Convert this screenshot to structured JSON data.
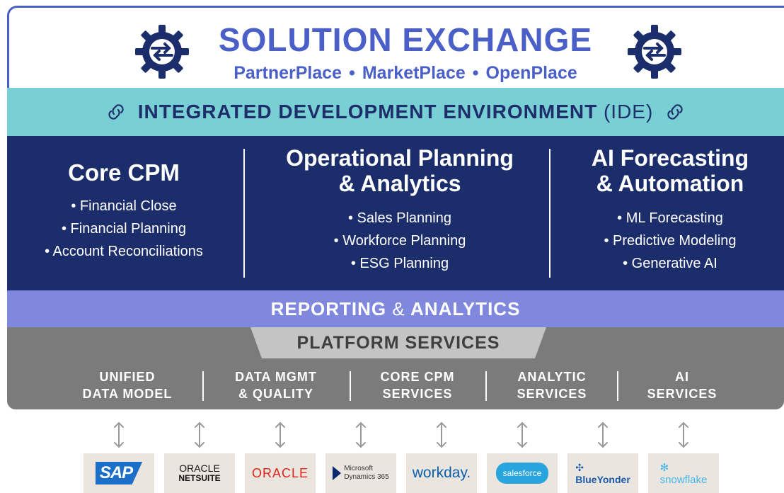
{
  "header": {
    "title": "SOLUTION EXCHANGE",
    "subtitle_parts": [
      "PartnerPlace",
      "MarketPlace",
      "OpenPlace"
    ],
    "separator": "•",
    "icon": "gear-exchange-icon"
  },
  "ide": {
    "label": "INTEGRATED DEVELOPMENT ENVIRONMENT",
    "abbr": "(IDE)",
    "icon": "link-icon"
  },
  "modules": [
    {
      "title": "Core CPM",
      "items": [
        "• Financial Close",
        "• Financial Planning",
        "• Account Reconciliations"
      ]
    },
    {
      "title_line1": "Operational Planning",
      "title_line2": "& Analytics",
      "items": [
        "• Sales Planning",
        "• Workforce Planning",
        "• ESG Planning"
      ]
    },
    {
      "title_line1": "AI Forecasting",
      "title_line2": "& Automation",
      "items": [
        "• ML Forecasting",
        "• Predictive Modeling",
        "• Generative AI"
      ]
    }
  ],
  "reporting": {
    "label_a": "REPORTING",
    "amp": "&",
    "label_b": "ANALYTICS"
  },
  "platform": {
    "title": "PLATFORM SERVICES",
    "services": [
      {
        "line1": "UNIFIED",
        "line2": "DATA MODEL"
      },
      {
        "line1": "DATA MGMT",
        "line2": "& QUALITY"
      },
      {
        "line1": "CORE CPM",
        "line2": "SERVICES"
      },
      {
        "line1": "ANALYTIC",
        "line2": "SERVICES"
      },
      {
        "line1": "AI",
        "line2": "SERVICES"
      }
    ]
  },
  "integrations": [
    {
      "name": "SAP",
      "text": "SAP"
    },
    {
      "name": "Oracle NetSuite",
      "text1": "ORACLE",
      "text2": "NETSUITE"
    },
    {
      "name": "Oracle",
      "text": "ORACLE"
    },
    {
      "name": "Microsoft Dynamics 365",
      "text1": "Microsoft",
      "text2": "Dynamics 365"
    },
    {
      "name": "Workday",
      "text": "workday."
    },
    {
      "name": "Salesforce",
      "text": "salesforce"
    },
    {
      "name": "BlueYonder",
      "text": "BlueYonder"
    },
    {
      "name": "Snowflake",
      "text": "snowflake"
    }
  ],
  "colors": {
    "accent": "#4a5fc7",
    "ide_band": "#78d0d4",
    "navy": "#1c2d6b",
    "reporting_band": "#8088de",
    "platform_gray": "#7b7b7b",
    "logo_tile": "#eae6df"
  }
}
